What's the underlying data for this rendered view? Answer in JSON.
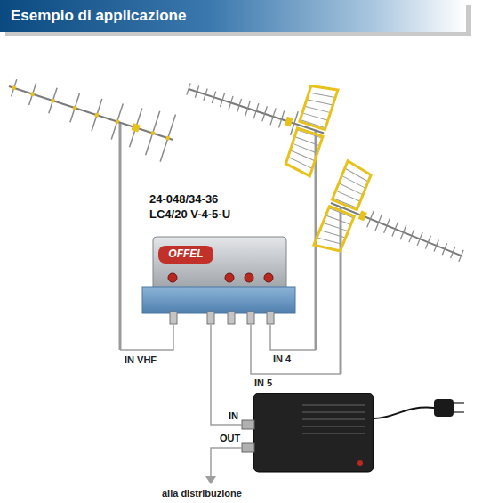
{
  "diagram": {
    "title": "Esempio di applicazione",
    "nodes": [
      {
        "text": [
          "24-048/34-36",
          "LC4/20 V-4-5-U",
          "OFFEL"
        ]
      },
      {
        "text": [
          "IN",
          "OUT"
        ]
      }
    ],
    "edges": [
      {
        "from": 0,
        "to": 1,
        "arrow": "none"
      }
    ],
    "labels": [
      "IN VHF",
      "IN 4",
      "IN 5",
      "alla distribuzione"
    ]
  }
}
